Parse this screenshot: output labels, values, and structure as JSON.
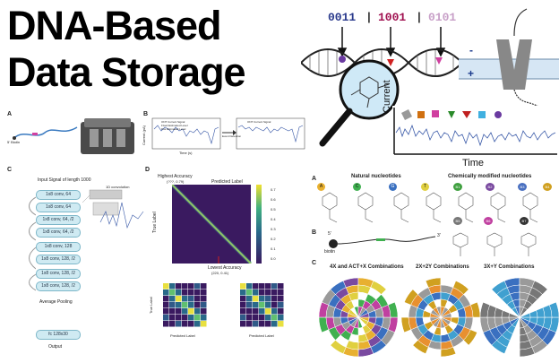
{
  "title": {
    "line1": "DNA-Based",
    "line2": "Data Storage"
  },
  "topright": {
    "bits": [
      "0011",
      "1001",
      "0101"
    ],
    "bit_colors": [
      "#2a3a8c",
      "#a01050",
      "#c8a0c8"
    ],
    "separators": [
      "|",
      "|"
    ],
    "ylabel": "Current",
    "xlabel": "Time"
  },
  "panelA": {
    "letter": "A",
    "biotin": "5' Biotin"
  },
  "panelB": {
    "letter": "B",
    "trace1_legend": [
      "ONT Current Signal",
      "Fixed Estimated Level",
      "Pos Estimated Level"
    ],
    "event_label": "Event Detection",
    "trace2_legend": "ONT Current Signal",
    "xlabel": "Time (s)",
    "ylabel": "Current (pA)"
  },
  "panelC": {
    "letter": "C",
    "input_label": "Input Signal of length 1000",
    "conv_label": "1D convolution",
    "layers": [
      "1x8 conv, 64",
      "1x8 conv, 64",
      "1x8 conv, 64, /2",
      "1x8 conv, 64, /2",
      "1x8 conv, 128",
      "1x8 conv, 128, /2",
      "1x8 conv, 128, /2",
      "1x8 conv, 128, /2"
    ],
    "pool_label": "Average Pooling",
    "fc_label": "fc 128x30",
    "output_label": "Output"
  },
  "panelD": {
    "letter": "D",
    "top_label": "Highest Accuracy",
    "top_sub": "(???, 0.79)",
    "pred_label": "Predicted Label",
    "true_label": "True Label",
    "bottom_label": "Lowest Accuracy",
    "bottom_sub": "(220, 0.41)",
    "colorbar_ticks": [
      "0.7",
      "0.6",
      "0.5",
      "0.4",
      "0.3",
      "0.2",
      "0.1",
      "0.0"
    ],
    "small_pred_label": "Predicted Label",
    "small_true_label": "True Label"
  },
  "panelNuc": {
    "letter": "A",
    "natural": "Natural nucleotides",
    "modified": "Chemically modified nucleotides",
    "natural_bases": [
      "A",
      "C",
      "G",
      "T"
    ],
    "natural_colors": [
      "#e8b030",
      "#40b050",
      "#3a70c0",
      "#e0d040"
    ],
    "mod_bases": [
      "B1",
      "B2",
      "B3",
      "B4",
      "B5",
      "B6",
      "B7"
    ],
    "mod_colors": [
      "#40a040",
      "#7a4aa0",
      "#4a70c0",
      "#d0a020",
      "#777777",
      "#c040a0",
      "#333333"
    ]
  },
  "panelB2": {
    "letter": "B",
    "five": "5'",
    "biotin": "biotin",
    "three": "3'"
  },
  "panelCombo": {
    "letter": "C",
    "titles": [
      "4X and ACT+X Combinations",
      "2X+2Y Combinations",
      "3X+Y Combinations"
    ]
  }
}
